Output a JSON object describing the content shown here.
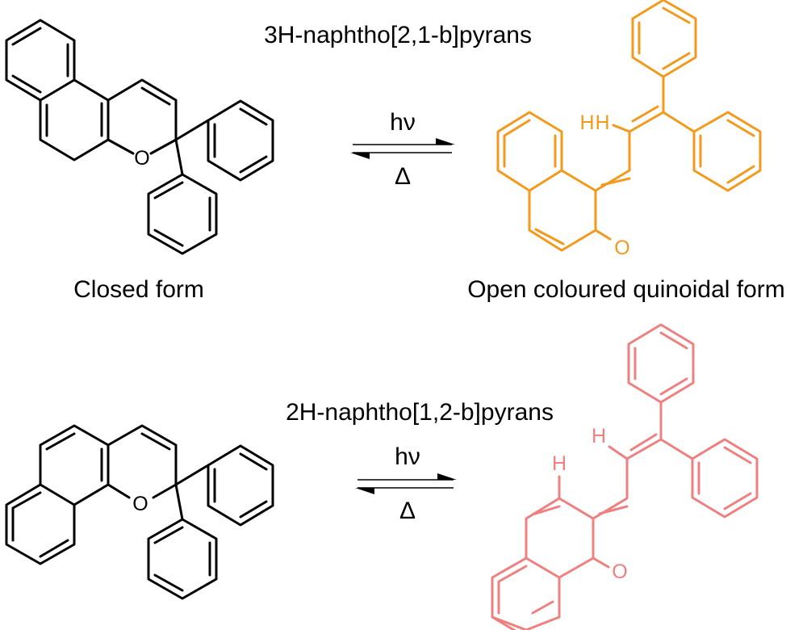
{
  "colors": {
    "black": "#000000",
    "orange": "#f39a1e",
    "pink": "#f08080"
  },
  "atoms": {
    "oxygen": "O",
    "hydrogen": "H"
  },
  "reaction1": {
    "title": "3H-naphtho[2,1-b]pyrans",
    "forward_label": "hν",
    "reverse_label": "Δ",
    "left_caption": "Closed form",
    "right_caption": "Open coloured quinoidal form"
  },
  "reaction2": {
    "title": "2H-naphtho[1,2-b]pyrans",
    "forward_label": "hν",
    "reverse_label": "Δ"
  }
}
